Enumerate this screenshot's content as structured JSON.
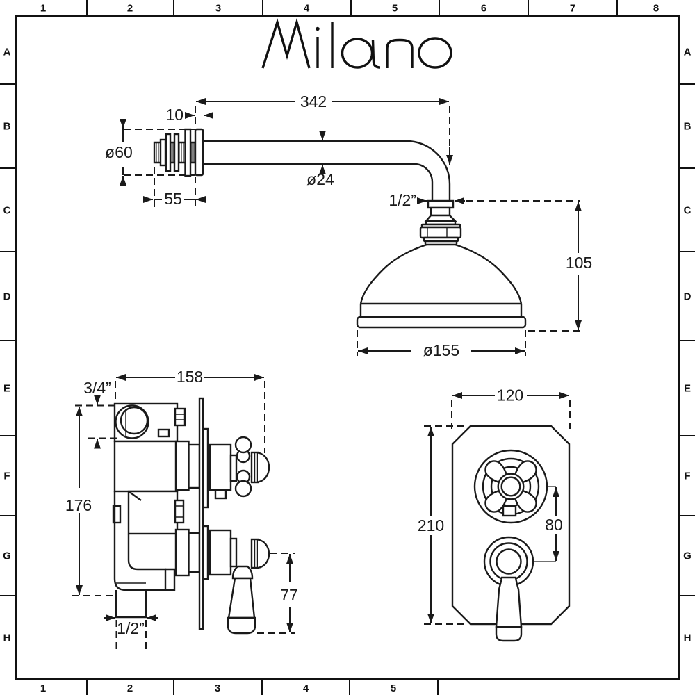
{
  "logo": {
    "brand": "Milano"
  },
  "grid_ruler": {
    "top": [
      "1",
      "2",
      "3",
      "4",
      "5",
      "6",
      "7",
      "8"
    ],
    "bottom": [
      "1",
      "2",
      "3",
      "4",
      "5"
    ],
    "left": [
      "A",
      "B",
      "C",
      "D",
      "E",
      "F",
      "G",
      "H"
    ],
    "right": [
      "A",
      "B",
      "C",
      "D",
      "E",
      "F",
      "G",
      "H"
    ]
  },
  "shower_head_assembly": {
    "arm_length_mm": "342",
    "wall_plate_thickness_mm": "10",
    "wall_flange_diameter": "ø60",
    "wall_stub_length_mm": "55",
    "arm_tube_diameter": "ø24",
    "head_connector_thread_in": "1/2”",
    "head_height_mm": "105",
    "head_diameter": "ø155"
  },
  "valve_side_view": {
    "depth_mm": "158",
    "inlet_thread_in": "3/4”",
    "height_mm": "176",
    "outlet_thread_in": "1/2”",
    "lever_drop_mm": "77"
  },
  "valve_front_view": {
    "plate_width_mm": "120",
    "plate_height_mm": "210",
    "handle_spacing_mm": "80"
  },
  "colors": {
    "ink": "#1a1a1a",
    "background": "#ffffff"
  }
}
